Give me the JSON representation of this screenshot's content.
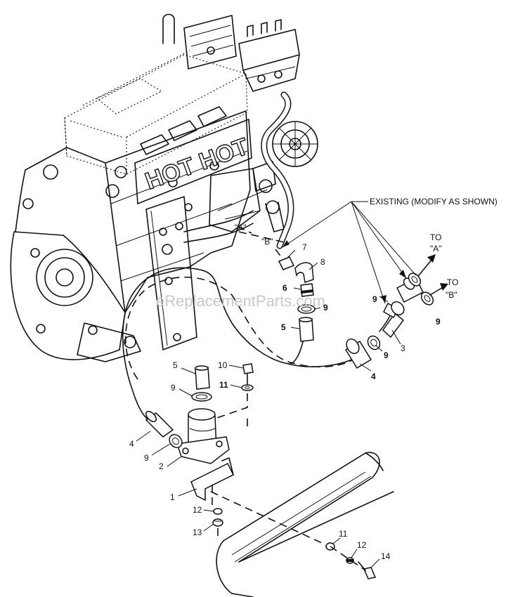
{
  "diagram": {
    "annotations": {
      "existing": "EXISTING (MODIFY AS SHOWN)",
      "to_a_line1": "TO",
      "to_a_line2": "\"A\"",
      "to_b_line1": "TO",
      "to_b_line2": "\"B\"",
      "point_a": "\"A\"",
      "point_b": "\"B\""
    },
    "engine_label": "HOT HOT",
    "watermark": "eReplacementParts.com",
    "callouts": [
      {
        "id": "c7a",
        "text": "7"
      },
      {
        "id": "c8",
        "text": "8"
      },
      {
        "id": "c6",
        "text": "6"
      },
      {
        "id": "c9a",
        "text": "9"
      },
      {
        "id": "c5a",
        "text": "5"
      },
      {
        "id": "c9b",
        "text": "9"
      },
      {
        "id": "c9c",
        "text": "9"
      },
      {
        "id": "c3",
        "text": "3"
      },
      {
        "id": "c9d",
        "text": "9"
      },
      {
        "id": "c4a",
        "text": "4"
      },
      {
        "id": "c5b",
        "text": "5"
      },
      {
        "id": "c9e",
        "text": "9"
      },
      {
        "id": "c10",
        "text": "10"
      },
      {
        "id": "c11a",
        "text": "11"
      },
      {
        "id": "c4b",
        "text": "4"
      },
      {
        "id": "c9f",
        "text": "9"
      },
      {
        "id": "c2",
        "text": "2"
      },
      {
        "id": "c1",
        "text": "1"
      },
      {
        "id": "c12a",
        "text": "12"
      },
      {
        "id": "c13",
        "text": "13"
      },
      {
        "id": "c11b",
        "text": "11"
      },
      {
        "id": "c12b",
        "text": "12"
      },
      {
        "id": "c14",
        "text": "14"
      }
    ]
  }
}
